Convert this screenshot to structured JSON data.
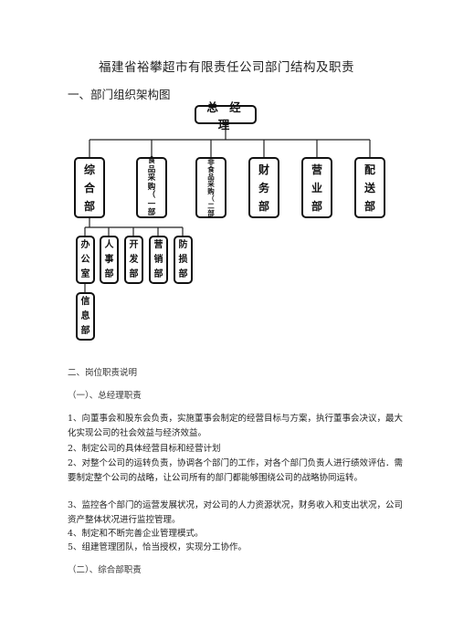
{
  "title": "福建省裕攀超市有限责任公司部门结构及职责",
  "section1": "一、部门组织架构图",
  "org": {
    "top": "总 经 理",
    "depts": [
      [
        "综",
        "合",
        "部"
      ],
      [
        "食",
        "品",
        "采",
        "购",
        "（",
        "一",
        "部",
        "）"
      ],
      [
        "非",
        "食",
        "品",
        "采",
        "购",
        "（",
        "二",
        "部",
        "）"
      ],
      [
        "财",
        "务",
        "部"
      ],
      [
        "营",
        "业",
        "部"
      ],
      [
        "配",
        "送",
        "部"
      ]
    ],
    "subs": [
      [
        "办",
        "公",
        "室"
      ],
      [
        "人",
        "事",
        "部"
      ],
      [
        "开",
        "发",
        "部"
      ],
      [
        "营",
        "销",
        "部"
      ],
      [
        "防",
        "损",
        "部"
      ]
    ],
    "info": [
      "信",
      "息",
      "部"
    ]
  },
  "section2": "二、岗位职责说明",
  "sub1": "（一）、总经理职责",
  "items": [
    "1、向董事会和股东会负责，实施董事会制定的经营目标与方案，执行董事会决议，最大化实现公司的社会效益与经济效益。",
    "2、制定公司的具体经营目标和经营计划",
    "2、对整个公司的运转负责，协调各个部门的工作，对各个部门负责人进行绩效评估．需要制定整个公司的战略，让公司所有的部门都能够围绕公司的战略协同运转。",
    "3、监控各个部门的运营发展状况，对公司的人力资源状况，财务收入和支出状况，公司资产整体状况进行监控管理。",
    "4、制定和不断完善企业管理模式。",
    "5、组建管理团队，恰当授权，实现分工协作。"
  ],
  "sub2": "（二）、综合部职责"
}
